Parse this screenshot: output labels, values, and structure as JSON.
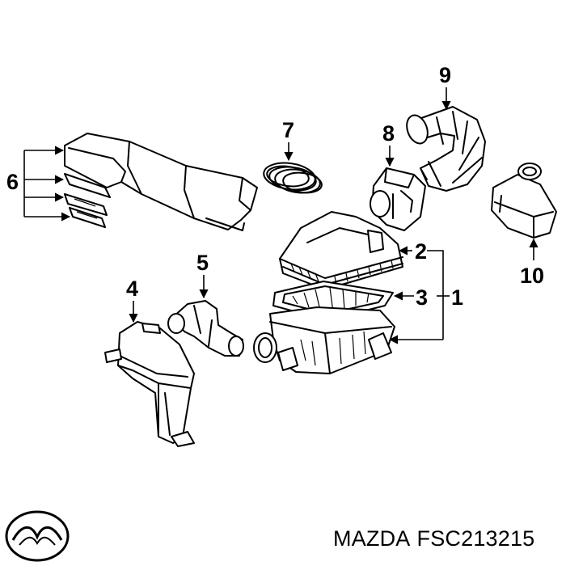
{
  "callouts": {
    "c1": "1",
    "c2": "2",
    "c3": "3",
    "c4": "4",
    "c5": "5",
    "c6": "6",
    "c7": "7",
    "c8": "8",
    "c9": "9",
    "c10": "10"
  },
  "footer": {
    "brand": "MAZDA",
    "part_number": "FSC213215"
  },
  "logo_icon": "mazda-logo-icon"
}
